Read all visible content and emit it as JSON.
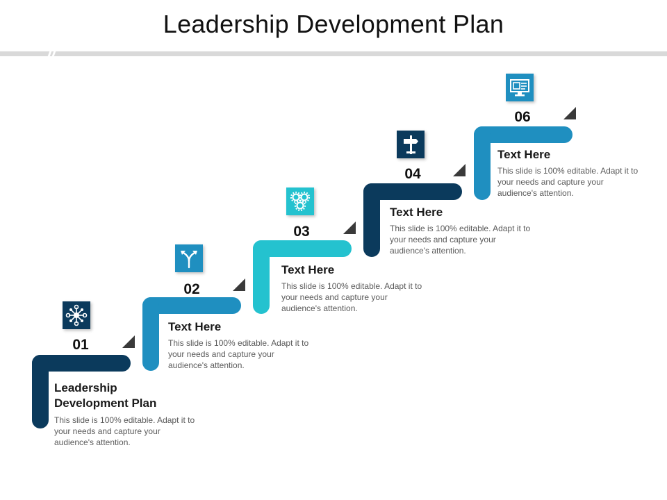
{
  "title": "Leadership Development Plan",
  "colors": {
    "navy": "#0b3a5c",
    "blue": "#1f8fc0",
    "cyan": "#24c2cf",
    "arrow": "#3a3a3a"
  },
  "steps": [
    {
      "number": "01",
      "heading": "Leadership Development Plan",
      "body": "This slide is 100% editable. Adapt it to your needs and capture your audience's attention.",
      "icon": "network-icon",
      "color": "navy"
    },
    {
      "number": "02",
      "heading": "Text Here",
      "body": "This slide is 100% editable. Adapt it to your needs and capture your audience's attention.",
      "icon": "split-arrows-icon",
      "color": "blue"
    },
    {
      "number": "03",
      "heading": "Text Here",
      "body": "This slide is 100% editable. Adapt it to your needs and capture your audience's attention.",
      "icon": "gears-icon",
      "color": "cyan"
    },
    {
      "number": "04",
      "heading": "Text Here",
      "body": "This slide is 100% editable. Adapt it to your needs and capture your audience's attention.",
      "icon": "signpost-icon",
      "color": "navy"
    },
    {
      "number": "06",
      "heading": "Text Here",
      "body": "This slide is 100% editable. Adapt it to your needs and capture your audience's attention.",
      "icon": "monitor-icon",
      "color": "blue"
    }
  ]
}
